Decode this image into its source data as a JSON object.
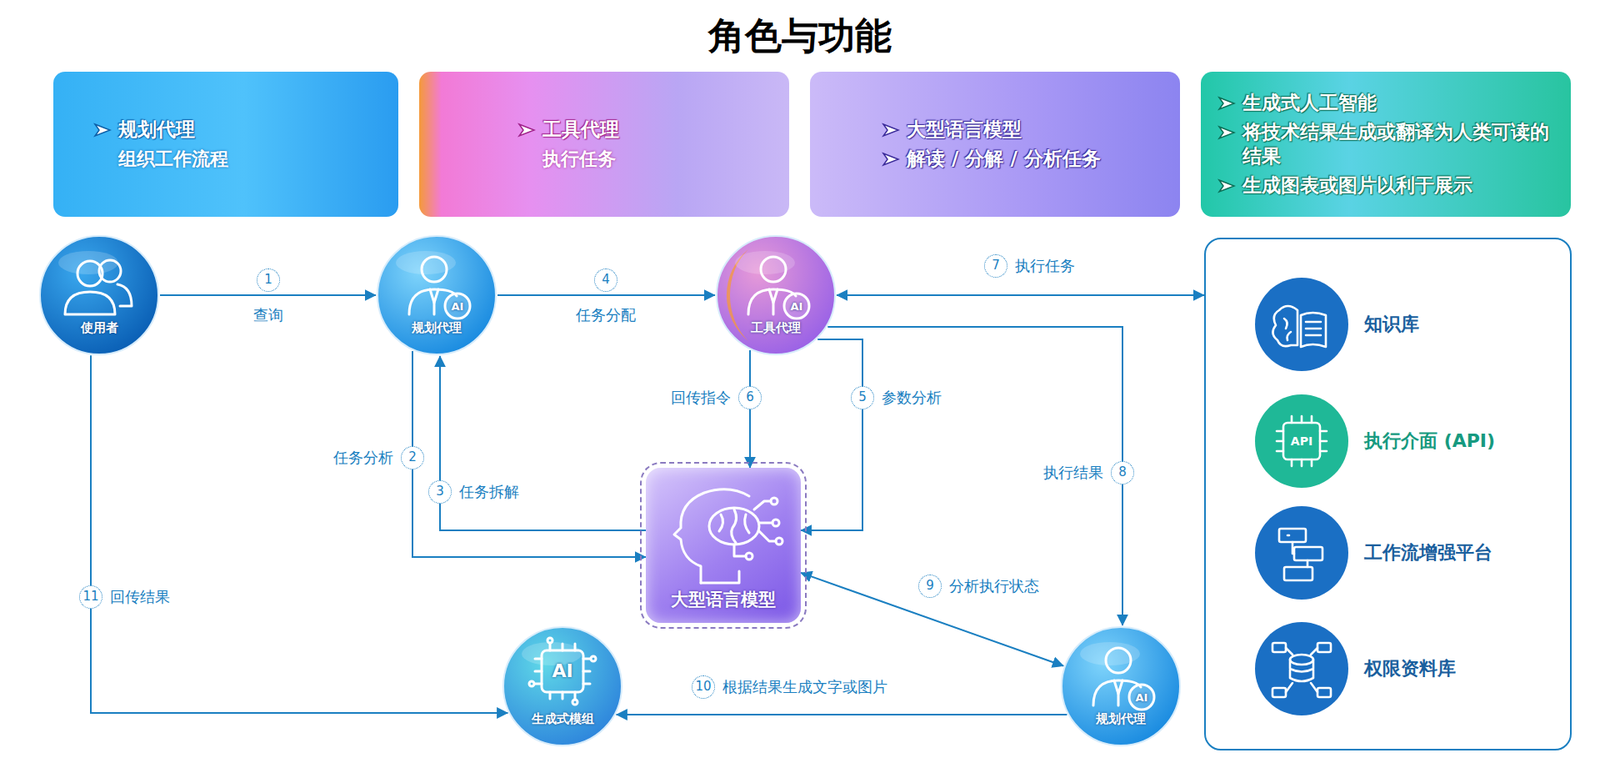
{
  "diagram": {
    "title": "角色与功能",
    "nodes": [
      {
        "text": [
          "规划代理",
          "组织工作流程"
        ]
      },
      {
        "text": [
          "工具代理",
          "执行任务"
        ]
      },
      {
        "text": [
          "大型语言模型",
          "解读 / 分解 / 分析任务"
        ]
      },
      {
        "text": [
          "生成式人工智能",
          "将技术结果生成或翻译为人类可读的结果",
          "生成图表或图片以利于展示"
        ]
      },
      {
        "text": [
          "使用者"
        ]
      },
      {
        "text": [
          "规划代理"
        ]
      },
      {
        "text": [
          "工具代理"
        ]
      },
      {
        "text": []
      },
      {
        "text": [
          "知识库"
        ],
        "in": 7
      },
      {
        "text": [
          "执行介面 (API)"
        ],
        "in": 7
      },
      {
        "text": [
          "工作流增强平台"
        ],
        "in": 7
      },
      {
        "text": [
          "权限资料库"
        ],
        "in": 7
      },
      {
        "text": [
          "大型语言模型"
        ]
      },
      {
        "text": [
          "生成式模组"
        ]
      },
      {
        "text": [
          "规划代理"
        ]
      }
    ],
    "edges": [
      {
        "from": 4,
        "to": 5,
        "arrow": "to",
        "label": "查询"
      },
      {
        "from": 5,
        "to": 12,
        "arrow": "to",
        "label": "任务分析"
      },
      {
        "from": 12,
        "to": 5,
        "arrow": "to",
        "label": "任务拆解"
      },
      {
        "from": 5,
        "to": 6,
        "arrow": "to",
        "label": "任务分配"
      },
      {
        "from": 6,
        "to": 12,
        "arrow": "to",
        "label": "参数分析"
      },
      {
        "from": 6,
        "to": 12,
        "arrow": "to",
        "label": "回传指令"
      },
      {
        "from": 6,
        "to": 7,
        "arrow": "both",
        "label": "执行任务"
      },
      {
        "from": 6,
        "to": 14,
        "arrow": "to",
        "label": "执行结果"
      },
      {
        "from": 12,
        "to": 14,
        "arrow": "both",
        "label": "分析执行状态"
      },
      {
        "from": 14,
        "to": 13,
        "arrow": "to",
        "label": "根据结果生成文字或图片"
      },
      {
        "from": 4,
        "to": 13,
        "arrow": "to",
        "label": "回传结果"
      }
    ],
    "labels": [
      "1",
      "2",
      "3",
      "4",
      "5",
      "6",
      "7",
      "8",
      "9",
      "10",
      "11",
      "AI",
      "AI",
      "AI",
      "AI",
      "API"
    ]
  }
}
